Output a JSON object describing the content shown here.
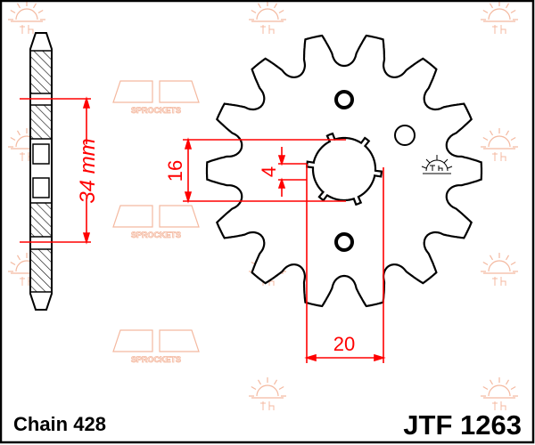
{
  "part_number": "JTF 1263",
  "chain_label": "Chain 428",
  "dimensions": {
    "chain_pitch_side": "34 mm",
    "spline_outer": "16",
    "spline_key": "4",
    "hub_width": "20"
  },
  "sprocket": {
    "teeth": 14
  },
  "watermark": {
    "logo_text": "SPROCKETS"
  },
  "colors": {
    "outline": "#000000",
    "dimension": "#ff0000",
    "watermark": "#f4b9a0",
    "frame": "#000000"
  }
}
